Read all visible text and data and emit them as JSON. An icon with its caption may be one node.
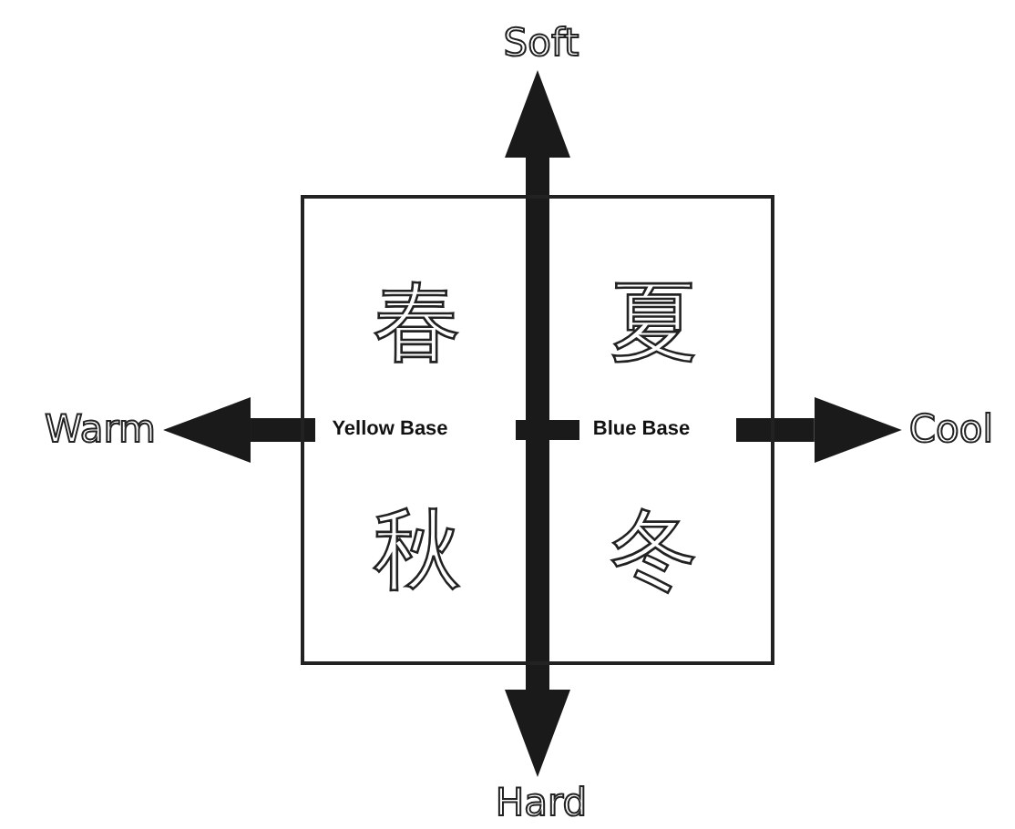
{
  "diagram": {
    "nodes": [
      {
        "text": [
          "Soft"
        ]
      },
      {
        "text": [
          "春",
          "夏",
          "秋",
          "冬"
        ]
      },
      {
        "text": [
          "Warm"
        ]
      },
      {
        "text": [
          "Cool"
        ]
      },
      {
        "text": [
          "Hard"
        ]
      }
    ],
    "edges": [
      {
        "from": 1,
        "to": 0,
        "arrow": "to"
      },
      {
        "from": 1,
        "to": 4,
        "arrow": "to"
      },
      {
        "from": 1,
        "to": 2,
        "arrow": "to",
        "label": "Yellow Base"
      },
      {
        "from": 1,
        "to": 3,
        "arrow": "to",
        "label": "Blue Base"
      }
    ]
  }
}
